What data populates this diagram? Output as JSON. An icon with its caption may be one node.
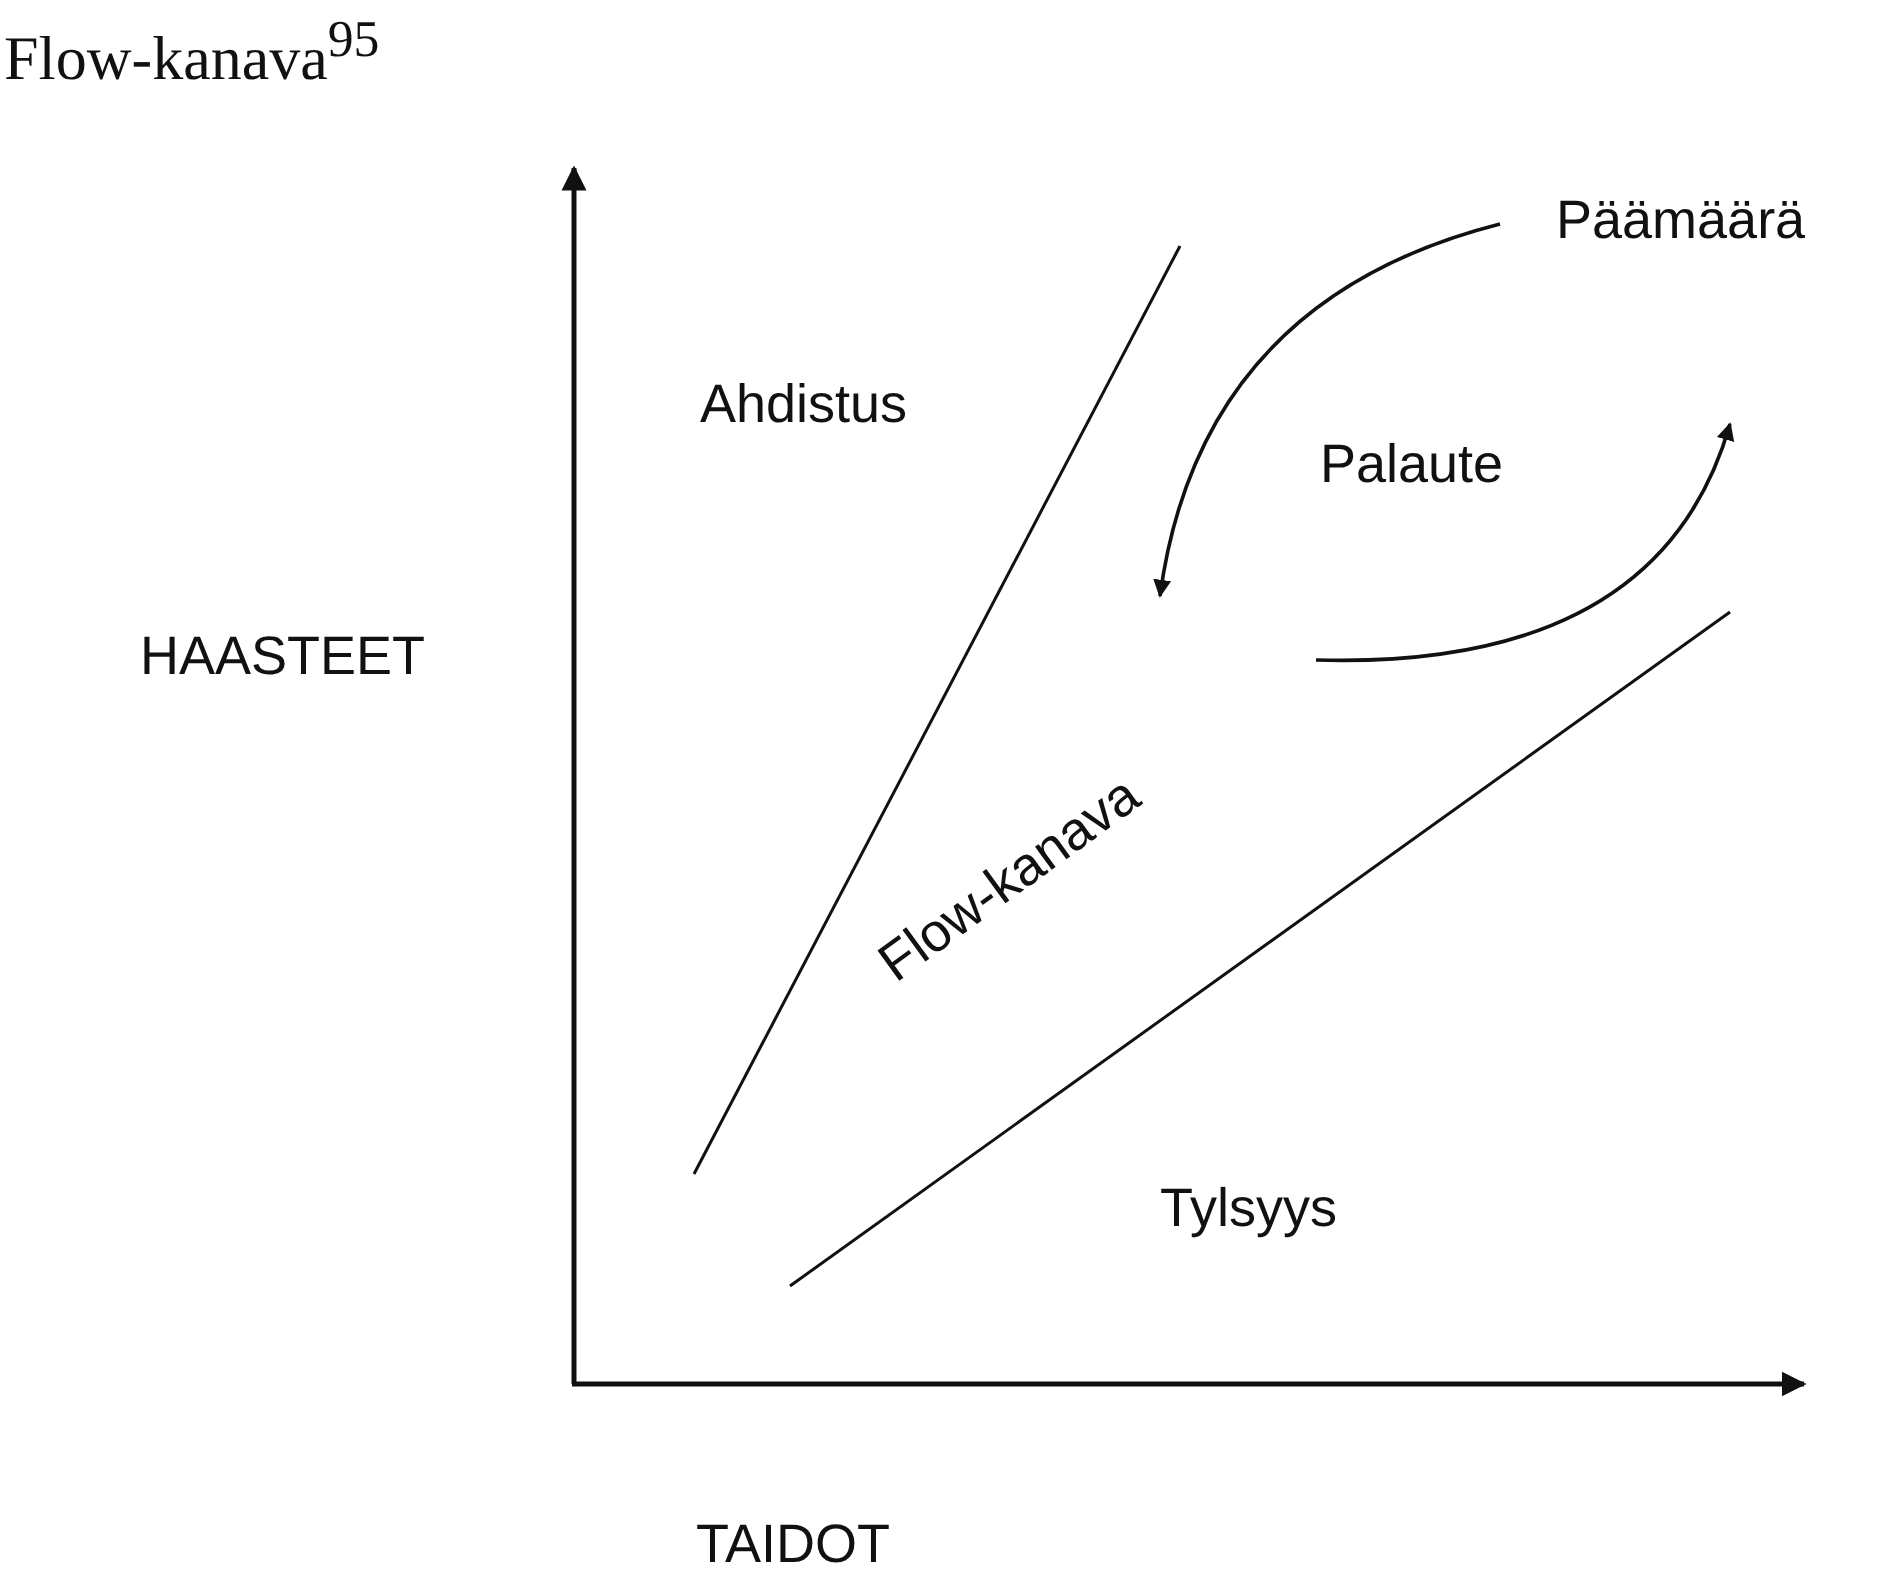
{
  "diagram": {
    "title": "Flow-kanava$^{95}$",
    "labels": [
      "Päämäärä",
      "Ahdistus",
      "Palaute",
      "HAASTEET",
      "Flow-kanava",
      "Tylsyys",
      "TAIDOT"
    ]
  }
}
